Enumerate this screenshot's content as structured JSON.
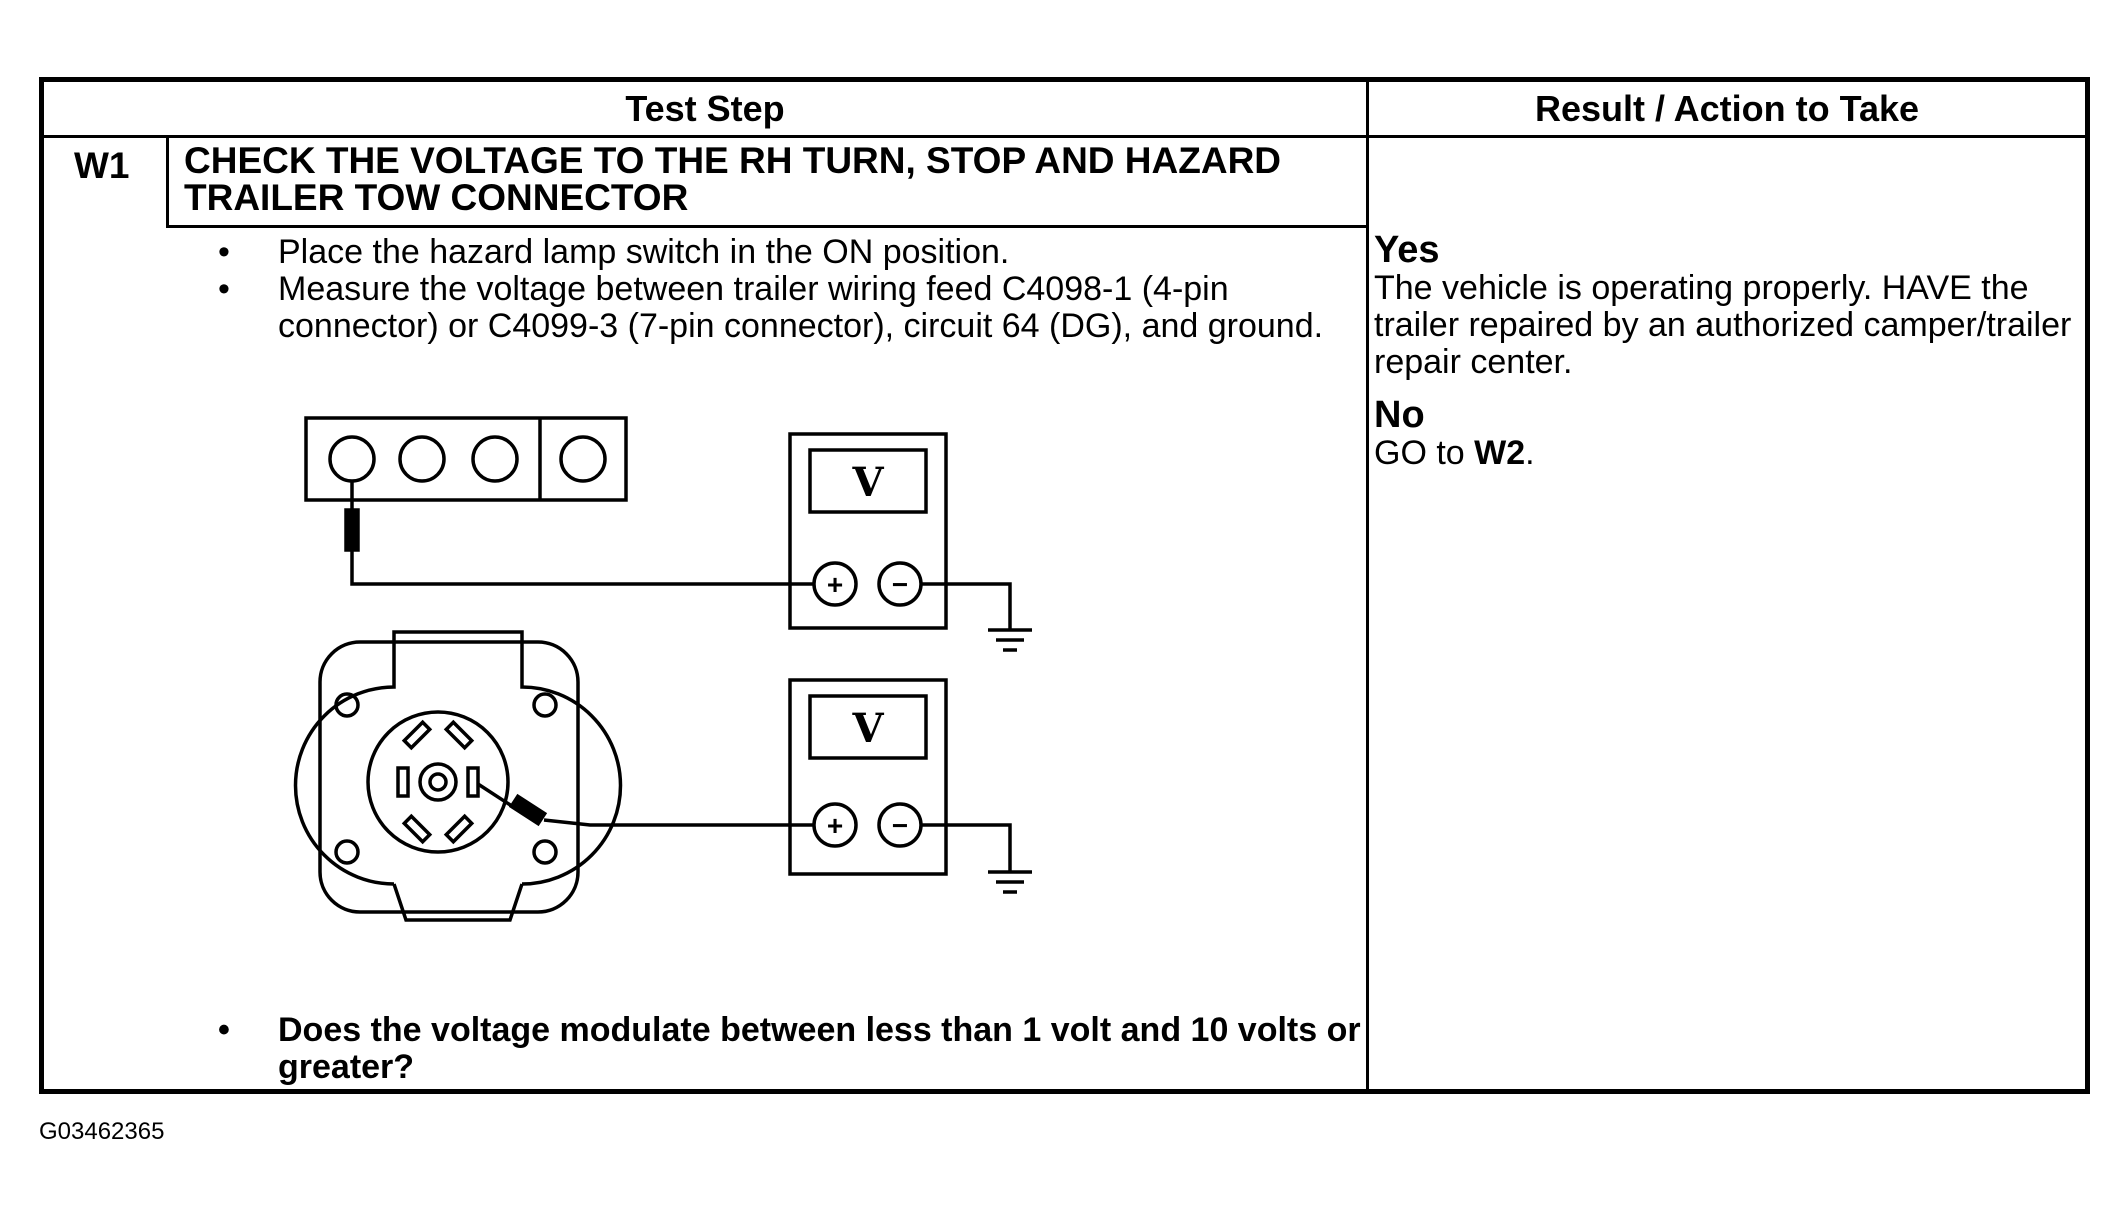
{
  "table": {
    "header_test_step": "Test Step",
    "header_result": "Result / Action to Take"
  },
  "step": {
    "id": "W1",
    "title": "CHECK THE VOLTAGE TO THE RH TURN, STOP AND HAZARD TRAILER TOW CONNECTOR",
    "bullets": [
      "Place the hazard lamp switch in the ON position.",
      "Measure the voltage between trailer wiring feed C4098-1 (4-pin connector) or C4099-3 (7-pin connector), circuit 64 (DG), and ground."
    ],
    "question": "Does the voltage modulate between less than 1 volt and 10 volts or greater?",
    "bullet_symbol": "•"
  },
  "diagram": {
    "meter_label": "V",
    "plus": "+",
    "minus": "−"
  },
  "results": [
    {
      "heading": "Yes",
      "text": "The vehicle is operating properly. HAVE the trailer repaired by an authorized camper/trailer repair center."
    },
    {
      "heading": "No",
      "text_prefix": "GO to ",
      "text_bold": "W2",
      "text_suffix": "."
    }
  ],
  "figure_id": "G03462365"
}
